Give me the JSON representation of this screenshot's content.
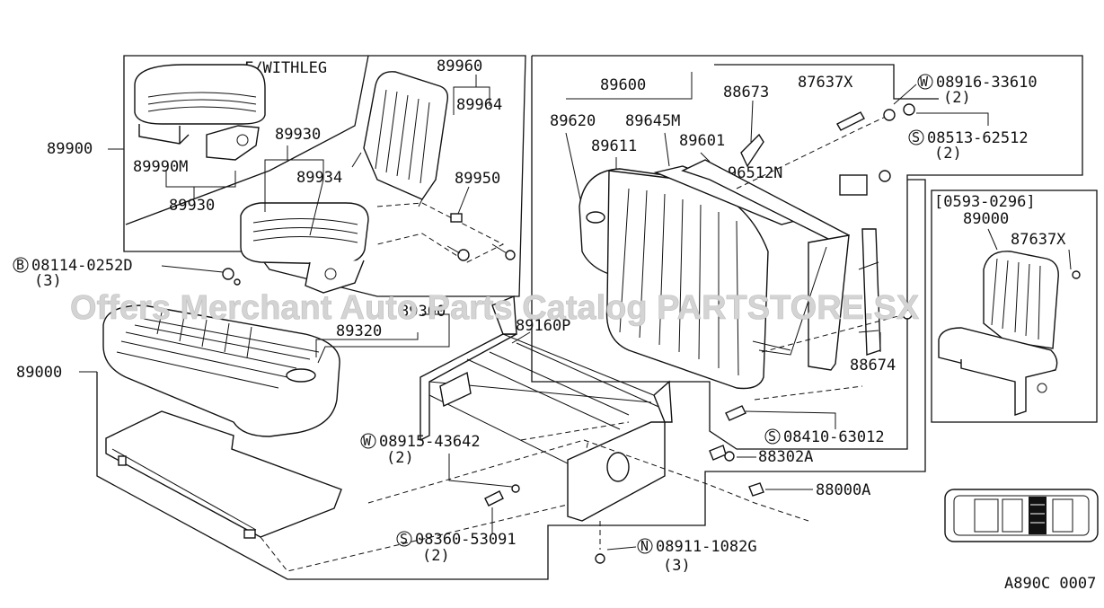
{
  "watermark": "Offers Merchant Auto Parts Catalog PARTSTORE.SX",
  "footer_code": "A890C 0007",
  "inset_left": {
    "note": "F/WITHLEG",
    "labels": [
      "89960",
      "89964",
      "89930",
      "89934",
      "89950",
      "89990M",
      "89930"
    ]
  },
  "inset_right": {
    "date_range": "[0593-0296]",
    "labels": [
      "89000",
      "87637X"
    ]
  },
  "main_labels": {
    "p89900": "89900",
    "p89000": "89000",
    "p89320": "89320",
    "p89300": "89300",
    "p89160P": "89160P",
    "p89600": "89600",
    "p89620": "89620",
    "p89645M": "89645M",
    "p89611": "89611",
    "p89601": "89601",
    "p88673": "88673",
    "p87637X": "87637X",
    "p96512N": "96512N",
    "p88674": "88674",
    "p88302A": "88302A",
    "p88000A": "88000A"
  },
  "fasteners": [
    {
      "prefix": "B",
      "part": "08114-0252D",
      "qty": "(3)"
    },
    {
      "prefix": "W",
      "part": "08916-33610",
      "qty": "(2)"
    },
    {
      "prefix": "S",
      "part": "08513-62512",
      "qty": "(2)"
    },
    {
      "prefix": "S",
      "part": "08410-63012",
      "qty": ""
    },
    {
      "prefix": "W",
      "part": "08915-43642",
      "qty": "(2)"
    },
    {
      "prefix": "S",
      "part": "08360-53091",
      "qty": "(2)"
    },
    {
      "prefix": "N",
      "part": "08911-1082G",
      "qty": "(3)"
    }
  ]
}
